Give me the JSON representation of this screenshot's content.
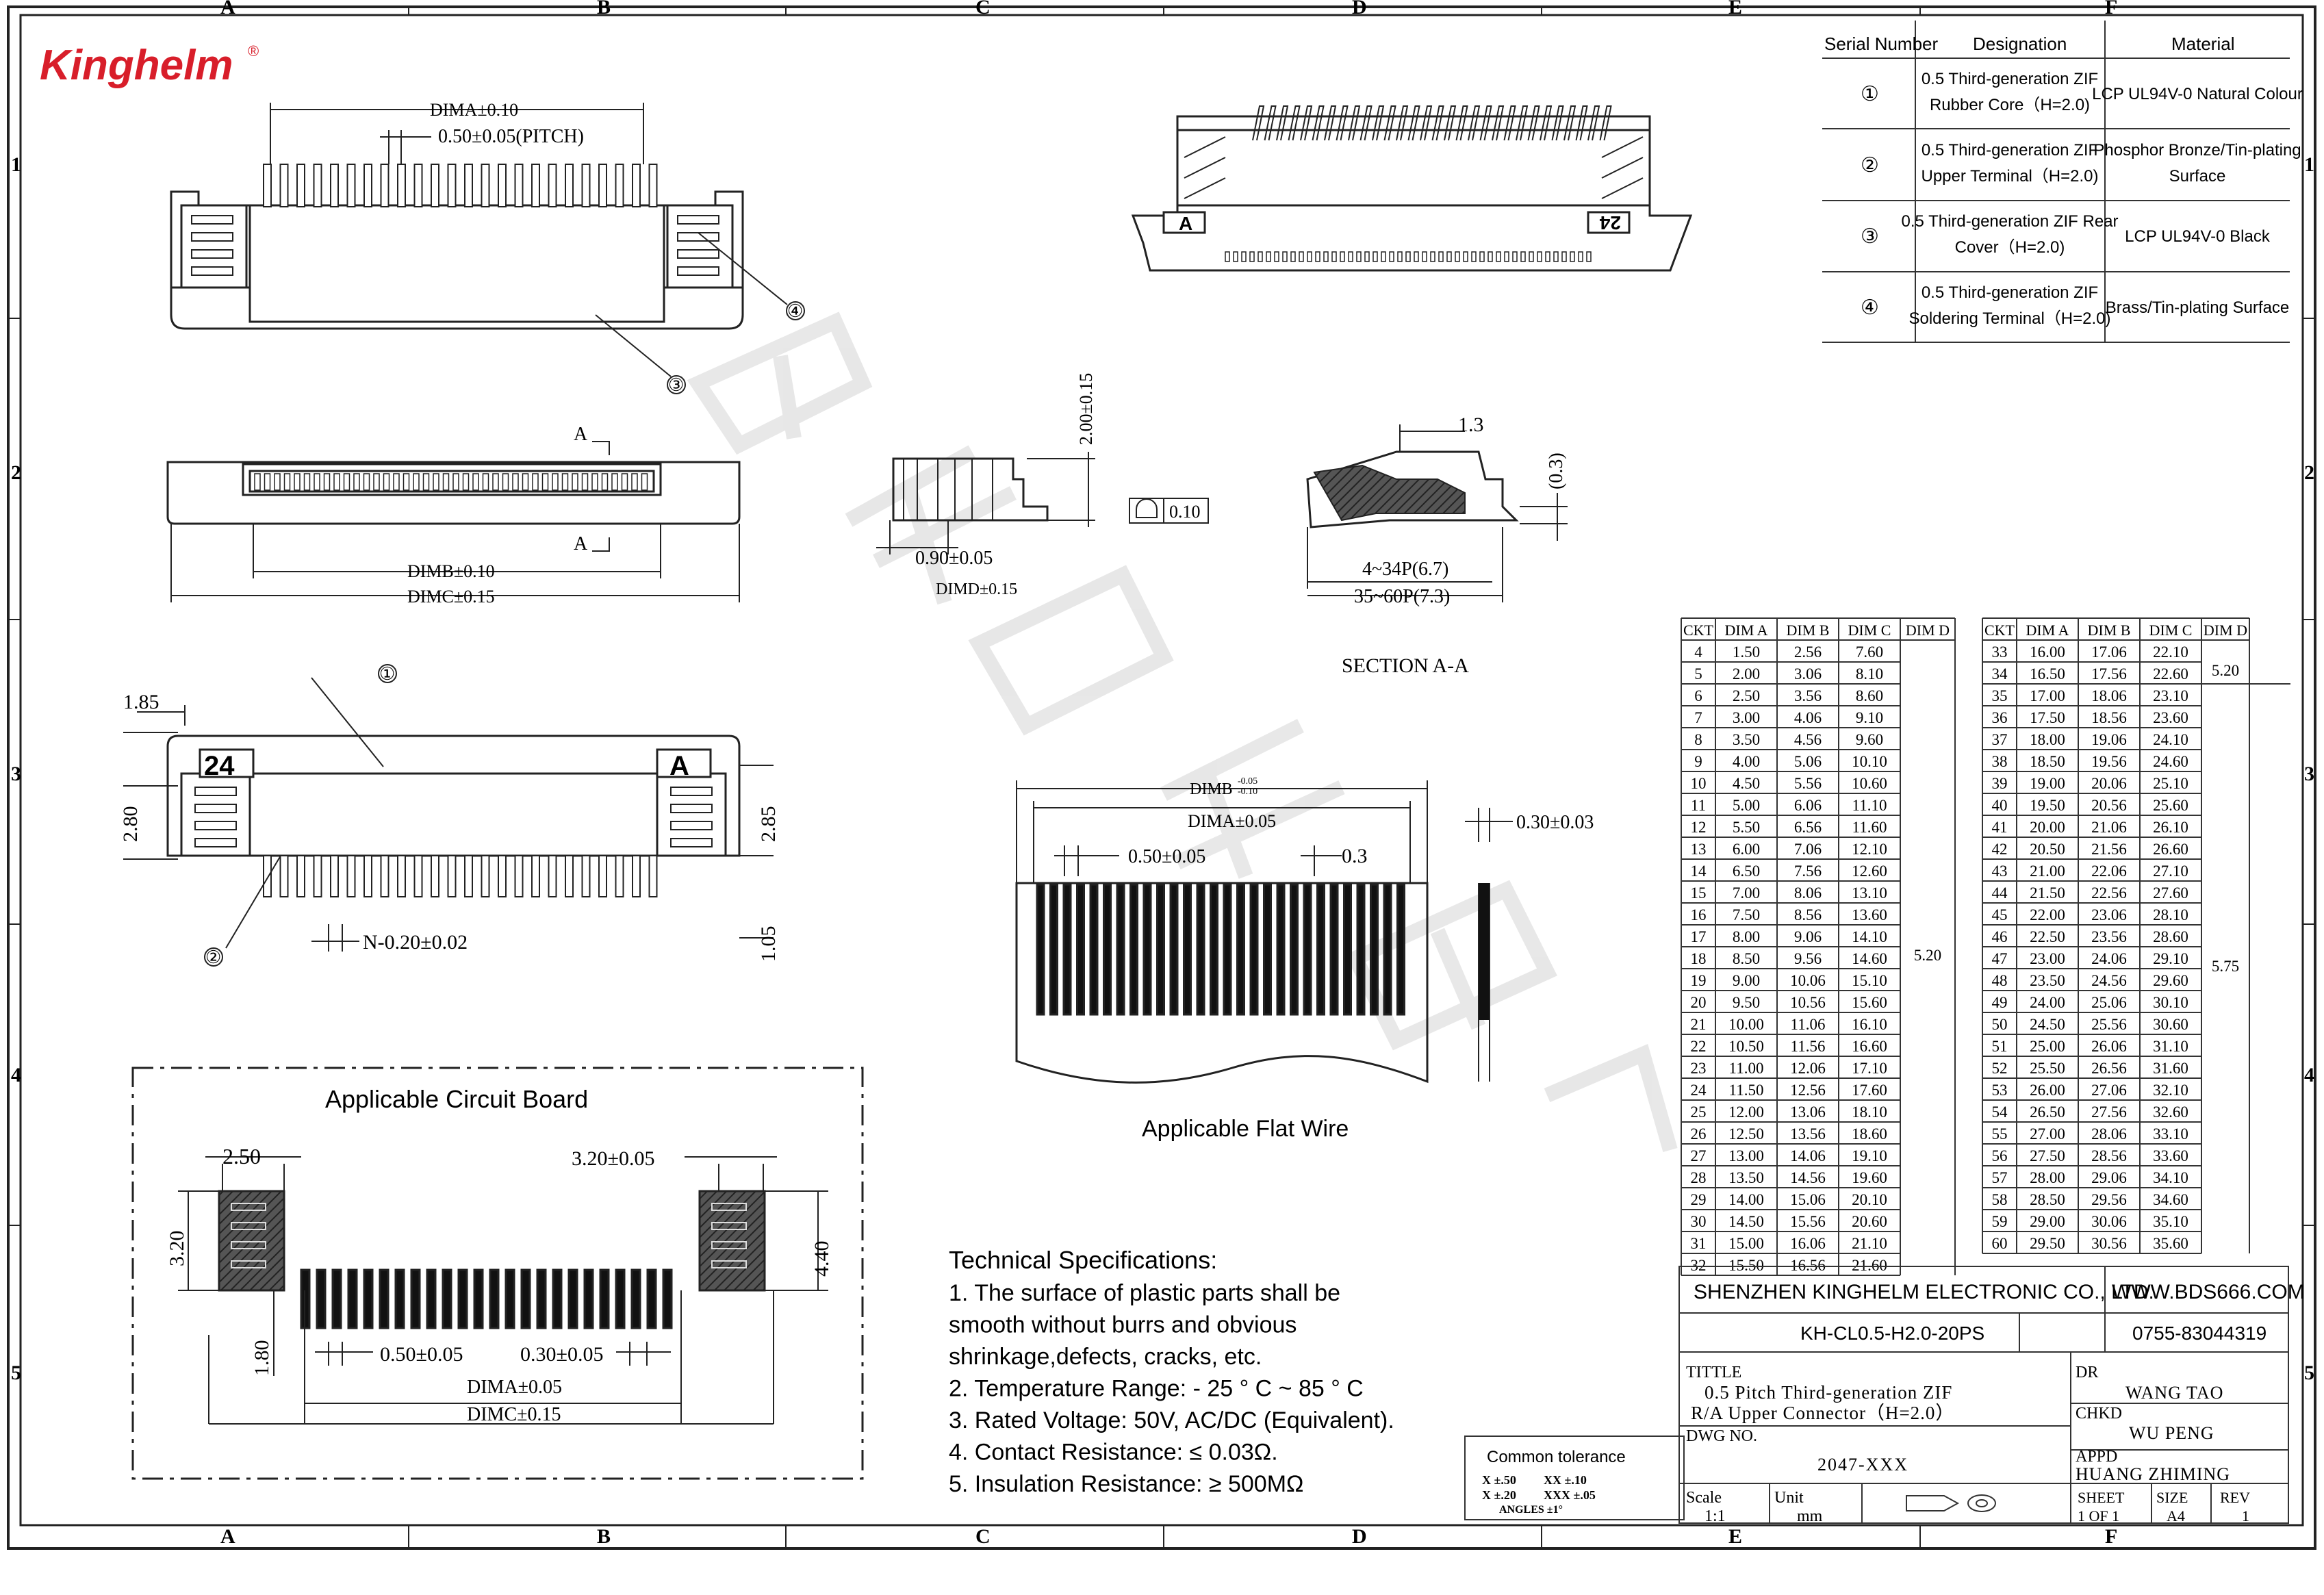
{
  "brand": {
    "name": "Kinghelm",
    "reg": "®",
    "color": "#d81e2a"
  },
  "frame": {
    "cols": [
      "A",
      "B",
      "C",
      "D",
      "E",
      "F"
    ],
    "rows": [
      "1",
      "2",
      "3",
      "4",
      "5"
    ]
  },
  "materials": {
    "headers": [
      "Serial Number",
      "Designation",
      "Material"
    ],
    "rows": [
      {
        "no": "①",
        "des1": "0.5 Third-generation ZIF",
        "des2": "Rubber Core（H=2.0)",
        "mat1": "LCP UL94V-0 Natural Colour",
        "mat2": ""
      },
      {
        "no": "②",
        "des1": "0.5 Third-generation ZIF",
        "des2": "Upper Terminal（H=2.0)",
        "mat1": "Phosphor Bronze/Tin-plating",
        "mat2": "Surface"
      },
      {
        "no": "③",
        "des1": "0.5 Third-generation ZIF Rear",
        "des2": "Cover（H=2.0)",
        "mat1": "LCP UL94V-0 Black",
        "mat2": ""
      },
      {
        "no": "④",
        "des1": "0.5 Third-generation ZIF",
        "des2": "Soldering Terminal（H=2.0)",
        "mat1": "Brass/Tin-plating Surface",
        "mat2": ""
      }
    ]
  },
  "views": {
    "top": {
      "dima": "DIMA±0.10",
      "pitch": "0.50±0.05(PITCH)",
      "c3": "③",
      "c4": "④"
    },
    "front": {
      "secA": "A",
      "dimb": "DIMB±0.10",
      "dimc": "DIMC±0.15"
    },
    "side": {
      "h": "2.00±0.15",
      "flat": "0.10",
      "w": "0.90±0.05",
      "dimd": "DIMD±0.15"
    },
    "section": {
      "v13": "1.3",
      "v03": "(0.3)",
      "r1": "4~34P(6.7)",
      "r2": "35~60P(7.3)",
      "title": "SECTION A-A"
    },
    "bottom": {
      "c1": "①",
      "c2": "②",
      "v185": "1.85",
      "v280": "2.80",
      "v285": "2.85",
      "v105": "1.05",
      "n": "N-0.20±0.02",
      "lbl24": "24",
      "lblA": "A"
    },
    "fpc": {
      "dimb": "DIMB",
      "dimb_tol_up": "-0.05",
      "dimb_tol_dn": "-0.10",
      "dima": "DIMA±0.05",
      "p050": "0.50±0.05",
      "p03": "0.3",
      "t030": "0.30±0.03",
      "title": "Applicable Flat Wire"
    },
    "pcb": {
      "title": "Applicable Circuit Board",
      "v250": "2.50",
      "v320": "3.20±0.05",
      "v320b": "3.20",
      "v440": "4.40",
      "v180": "1.80",
      "v050": "0.50±0.05",
      "v030": "0.30±0.05",
      "dima": "DIMA±0.05",
      "dimc": "DIMC±0.15"
    }
  },
  "ckt_headers": [
    "CKT",
    "DIM A",
    "DIM B",
    "DIM C",
    "DIM D"
  ],
  "ckt_left": [
    [
      "4",
      "1.50",
      "2.56",
      "7.60"
    ],
    [
      "5",
      "2.00",
      "3.06",
      "8.10"
    ],
    [
      "6",
      "2.50",
      "3.56",
      "8.60"
    ],
    [
      "7",
      "3.00",
      "4.06",
      "9.10"
    ],
    [
      "8",
      "3.50",
      "4.56",
      "9.60"
    ],
    [
      "9",
      "4.00",
      "5.06",
      "10.10"
    ],
    [
      "10",
      "4.50",
      "5.56",
      "10.60"
    ],
    [
      "11",
      "5.00",
      "6.06",
      "11.10"
    ],
    [
      "12",
      "5.50",
      "6.56",
      "11.60"
    ],
    [
      "13",
      "6.00",
      "7.06",
      "12.10"
    ],
    [
      "14",
      "6.50",
      "7.56",
      "12.60"
    ],
    [
      "15",
      "7.00",
      "8.06",
      "13.10"
    ],
    [
      "16",
      "7.50",
      "8.56",
      "13.60"
    ],
    [
      "17",
      "8.00",
      "9.06",
      "14.10"
    ],
    [
      "18",
      "8.50",
      "9.56",
      "14.60"
    ],
    [
      "19",
      "9.00",
      "10.06",
      "15.10"
    ],
    [
      "20",
      "9.50",
      "10.56",
      "15.60"
    ],
    [
      "21",
      "10.00",
      "11.06",
      "16.10"
    ],
    [
      "22",
      "10.50",
      "11.56",
      "16.60"
    ],
    [
      "23",
      "11.00",
      "12.06",
      "17.10"
    ],
    [
      "24",
      "11.50",
      "12.56",
      "17.60"
    ],
    [
      "25",
      "12.00",
      "13.06",
      "18.10"
    ],
    [
      "26",
      "12.50",
      "13.56",
      "18.60"
    ],
    [
      "27",
      "13.00",
      "14.06",
      "19.10"
    ],
    [
      "28",
      "13.50",
      "14.56",
      "19.60"
    ],
    [
      "29",
      "14.00",
      "15.06",
      "20.10"
    ],
    [
      "30",
      "14.50",
      "15.56",
      "20.60"
    ],
    [
      "31",
      "15.00",
      "16.06",
      "21.10"
    ],
    [
      "32",
      "15.50",
      "16.56",
      "21.60"
    ]
  ],
  "ckt_left_dimd": "5.20",
  "ckt_right": [
    [
      "33",
      "16.00",
      "17.06",
      "22.10"
    ],
    [
      "34",
      "16.50",
      "17.56",
      "22.60"
    ],
    [
      "35",
      "17.00",
      "18.06",
      "23.10"
    ],
    [
      "36",
      "17.50",
      "18.56",
      "23.60"
    ],
    [
      "37",
      "18.00",
      "19.06",
      "24.10"
    ],
    [
      "38",
      "18.50",
      "19.56",
      "24.60"
    ],
    [
      "39",
      "19.00",
      "20.06",
      "25.10"
    ],
    [
      "40",
      "19.50",
      "20.56",
      "25.60"
    ],
    [
      "41",
      "20.00",
      "21.06",
      "26.10"
    ],
    [
      "42",
      "20.50",
      "21.56",
      "26.60"
    ],
    [
      "43",
      "21.00",
      "22.06",
      "27.10"
    ],
    [
      "44",
      "21.50",
      "22.56",
      "27.60"
    ],
    [
      "45",
      "22.00",
      "23.06",
      "28.10"
    ],
    [
      "46",
      "22.50",
      "23.56",
      "28.60"
    ],
    [
      "47",
      "23.00",
      "24.06",
      "29.10"
    ],
    [
      "48",
      "23.50",
      "24.56",
      "29.60"
    ],
    [
      "49",
      "24.00",
      "25.06",
      "30.10"
    ],
    [
      "50",
      "24.50",
      "25.56",
      "30.60"
    ],
    [
      "51",
      "25.00",
      "26.06",
      "31.10"
    ],
    [
      "52",
      "25.50",
      "26.56",
      "31.60"
    ],
    [
      "53",
      "26.00",
      "27.06",
      "32.10"
    ],
    [
      "54",
      "26.50",
      "27.56",
      "32.60"
    ],
    [
      "55",
      "27.00",
      "28.06",
      "33.10"
    ],
    [
      "56",
      "27.50",
      "28.56",
      "33.60"
    ],
    [
      "57",
      "28.00",
      "29.06",
      "34.10"
    ],
    [
      "58",
      "28.50",
      "29.56",
      "34.60"
    ],
    [
      "59",
      "29.00",
      "30.06",
      "35.10"
    ],
    [
      "60",
      "29.50",
      "30.56",
      "35.60"
    ]
  ],
  "ckt_right_dimd1": "5.20",
  "ckt_right_dimd2": "5.75",
  "specs": {
    "title": "Technical Specifications:",
    "lines": [
      "1. The surface of plastic parts shall be",
      "smooth without burrs and obvious",
      "shrinkage,defects, cracks, etc.",
      "2. Temperature Range: - 25 ° C ~ 85 ° C",
      "3. Rated Voltage: 50V, AC/DC (Equivalent).",
      "4. Contact Resistance: ≤ 0.03Ω.",
      "5. Insulation Resistance: ≥ 500MΩ"
    ]
  },
  "tolerance": {
    "title": "Common tolerance",
    "l1a": "X  ±.50",
    "l1b": "XX ±.10",
    "l2a": "X  ±.20",
    "l2b": "XXX ±.05",
    "l3": "ANGLES   ±1°"
  },
  "titleblock": {
    "company": "SHENZHEN KINGHELM ELECTRONIC CO., LTD.",
    "web": "WWW.BDS666.COM",
    "part": "KH-CL0.5-H2.0-20PS",
    "phone": "0755-83044319",
    "tittle_lbl": "TITTLE",
    "tittle1": "0.5 Pitch Third-generation ZIF",
    "tittle2": "R/A Upper Connector（H=2.0）",
    "dwg_lbl": "DWG NO.",
    "dwg": "2047-XXX",
    "dr_lbl": "DR",
    "dr": "WANG TAO",
    "chkd_lbl": "CHKD",
    "chkd": "WU PENG",
    "appd_lbl": "APPD",
    "appd": "HUANG ZHIMING",
    "scale_lbl": "Scale",
    "scale": "1:1",
    "unit_lbl": "Unit",
    "unit": "mm",
    "sheet_lbl": "SHEET",
    "sheet": "1 OF 1",
    "size_lbl": "SIZE",
    "size": "A4",
    "rev_lbl": "REV",
    "rev": "1"
  }
}
